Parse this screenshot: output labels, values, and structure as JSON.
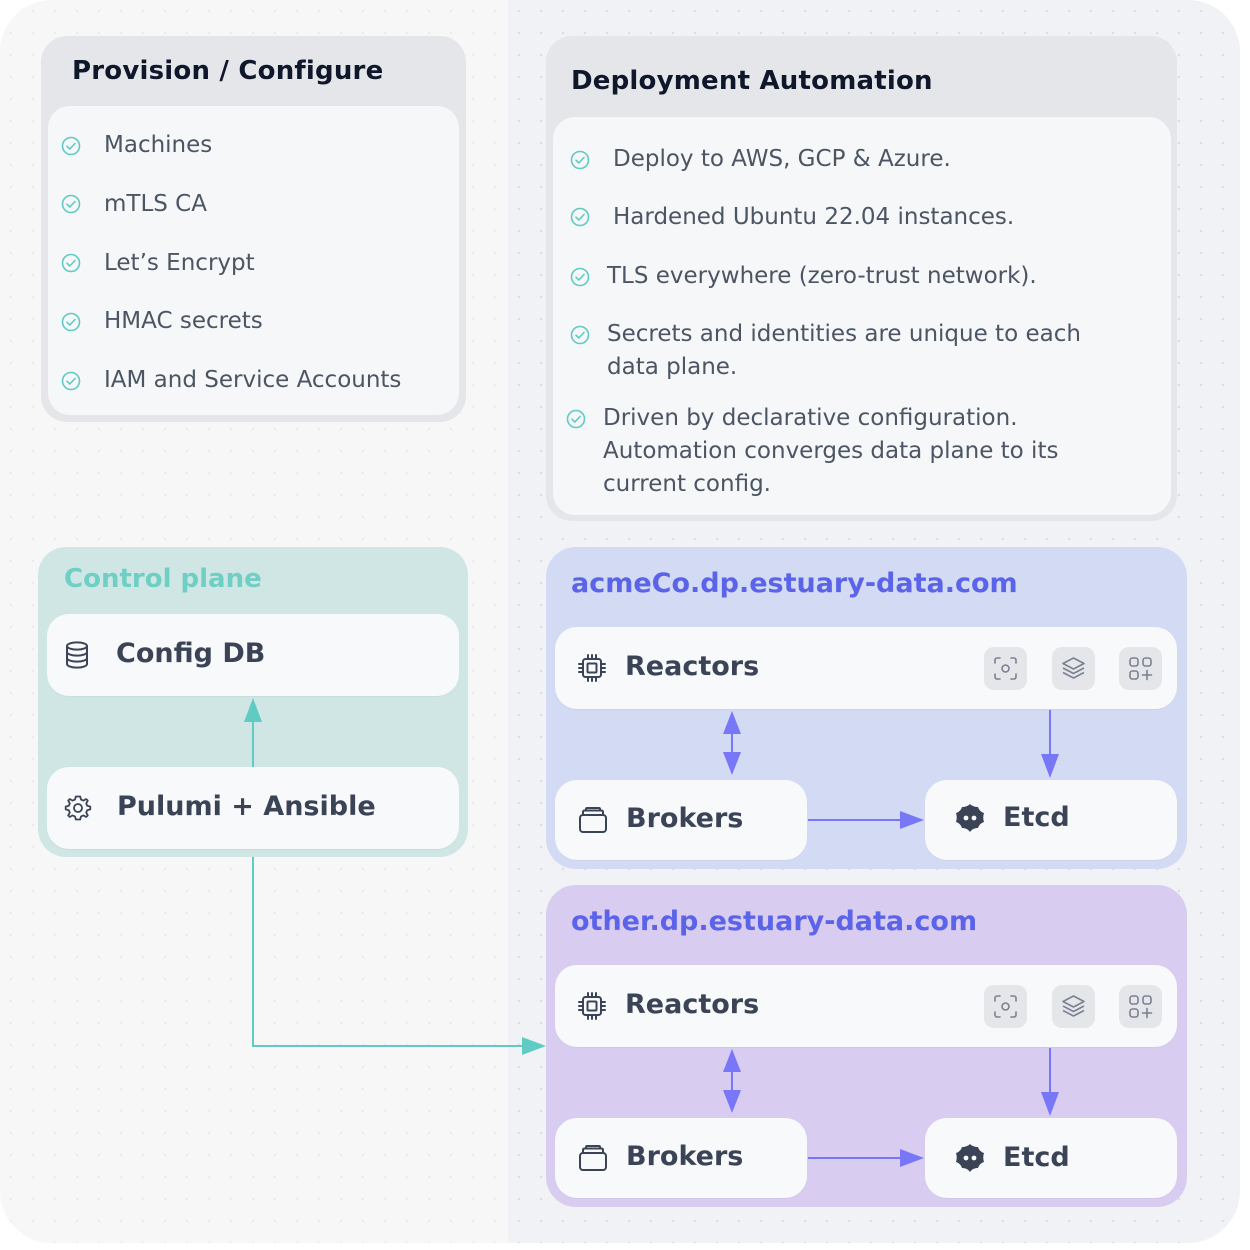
{
  "provision": {
    "title": "Provision / Configure",
    "items": [
      "Machines",
      "mTLS CA",
      "Let’s Encrypt",
      "HMAC secrets",
      "IAM and Service Accounts"
    ]
  },
  "deployment": {
    "title": "Deployment Automation",
    "items": [
      {
        "lines": [
          "Deploy to AWS, GCP & Azure."
        ]
      },
      {
        "lines": [
          "Hardened Ubuntu 22.04 instances."
        ]
      },
      {
        "lines": [
          "TLS everywhere (zero-trust network)."
        ]
      },
      {
        "lines": [
          "Secrets and identities are unique to each",
          "data plane."
        ]
      },
      {
        "lines": [
          "Driven by declarative configuration.",
          "Automation converges data plane to its",
          "current config."
        ]
      }
    ]
  },
  "control_plane": {
    "title": "Control plane",
    "config_db": "Config DB",
    "pulumi": "Pulumi + Ansible"
  },
  "data_planes": [
    {
      "domain": "acmeCo.dp.estuary-data.com",
      "reactors": "Reactors",
      "brokers": "Brokers",
      "etcd": "Etcd"
    },
    {
      "domain": "other.dp.estuary-data.com",
      "reactors": "Reactors",
      "brokers": "Brokers",
      "etcd": "Etcd"
    }
  ],
  "colors": {
    "teal": "#5fcbc2",
    "indigo": "#7777f7",
    "dp1_bg": "#d3daf3",
    "dp2_bg": "#d8ccf1"
  }
}
